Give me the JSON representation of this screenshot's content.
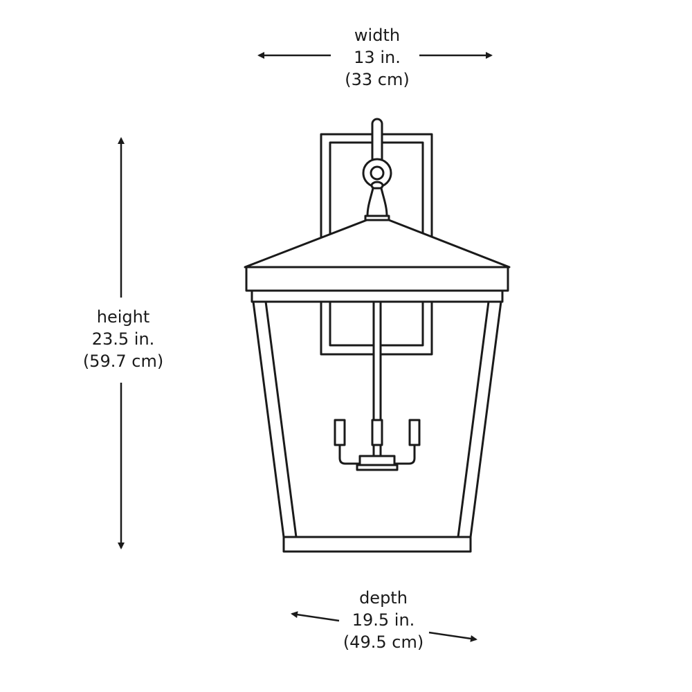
{
  "dimensions": {
    "width": {
      "name": "width",
      "imperial": "13 in.",
      "metric": "(33 cm)"
    },
    "height": {
      "name": "height",
      "imperial": "23.5 in.",
      "metric": "(59.7 cm)"
    },
    "depth": {
      "name": "depth",
      "imperial": "19.5 in.",
      "metric": "(49.5 cm)"
    }
  },
  "colors": {
    "line": "#1a1a1a",
    "background": "#ffffff"
  }
}
